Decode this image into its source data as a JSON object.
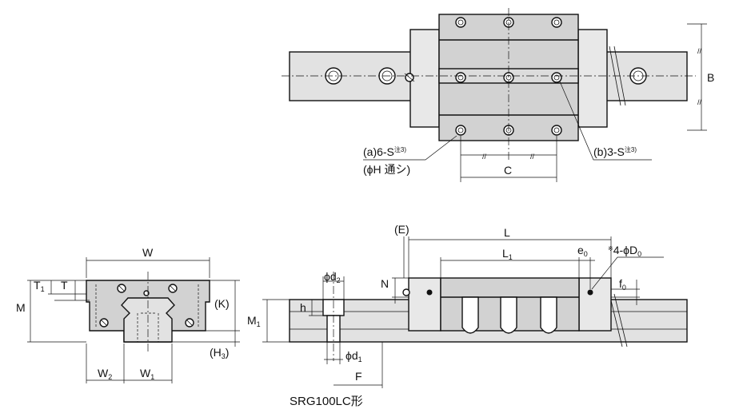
{
  "labels": {
    "B": "B",
    "a_prefix": "(a)6-S",
    "a_note": "注3)",
    "a_sub": "(ϕH 通シ)",
    "b_prefix": "(b)3-S",
    "b_note": "注3)",
    "C": "C",
    "W": "W",
    "T1_main": "T",
    "T1_sub": "1",
    "T": "T",
    "M": "M",
    "K": "(K)",
    "H3_main": "(H",
    "H3_sub": "3",
    "H3_close": ")",
    "W2_main": "W",
    "W2_sub": "2",
    "W1_main": "W",
    "W1_sub": "1",
    "d2_main": "ϕd",
    "d2_sub": "2",
    "h": "h",
    "N": "N",
    "M1_main": "M",
    "M1_sub": "1",
    "d1_main": "ϕd",
    "d1_sub": "1",
    "F": "F",
    "E": "(E)",
    "L": "L",
    "L1_main": "L",
    "L1_sub": "1",
    "e0_main": "e",
    "e0_sub": "0",
    "D0_note": "※",
    "D0_main": "4-ϕD",
    "D0_sub": "0",
    "f0_main": "f",
    "f0_sub": "0",
    "parallel_mark": "//"
  },
  "caption": "SRG100LC形"
}
